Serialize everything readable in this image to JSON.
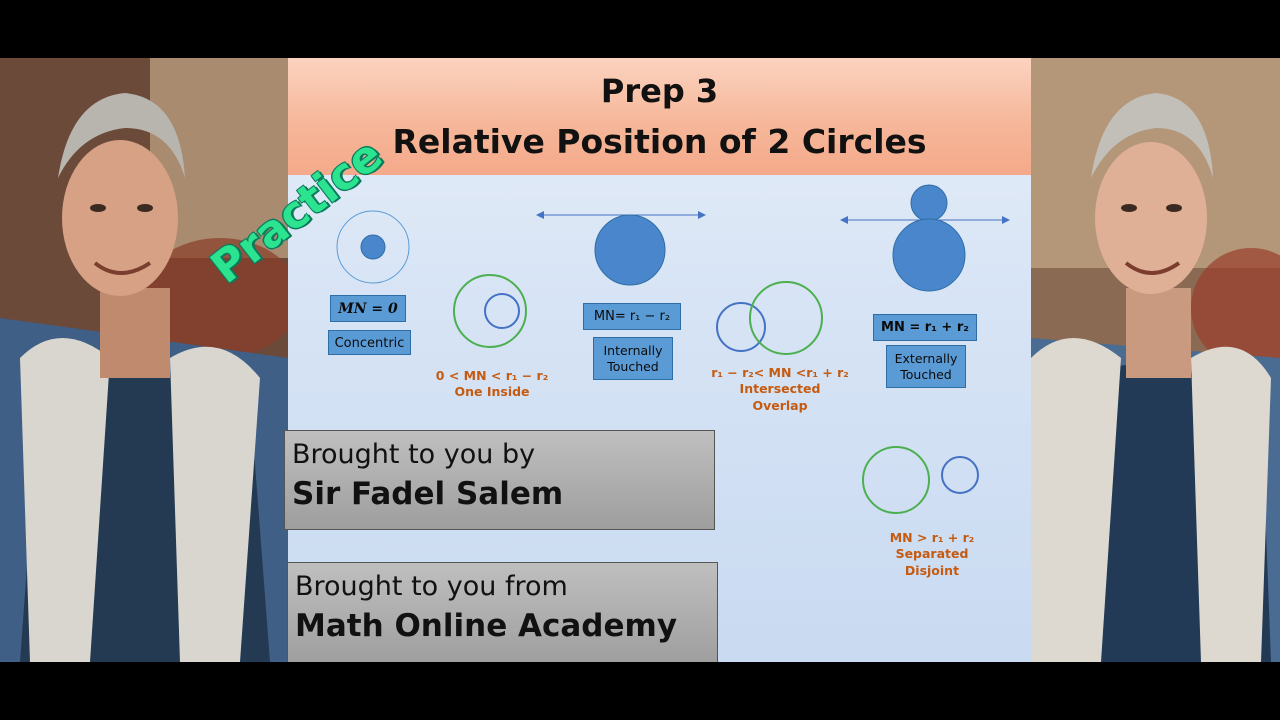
{
  "slide": {
    "title_line1": "Prep 3",
    "title_line2": "Relative Position of 2 Circles",
    "practice_tag": "Practice",
    "cases": {
      "concentric": {
        "formula": "MN = 0",
        "label": "Concentric"
      },
      "one_inside": {
        "condition": "0 < MN < r₁ − r₂",
        "label": "One Inside"
      },
      "internally_touched": {
        "formula": "MN= r₁ − r₂",
        "label_line1": "Internally",
        "label_line2": "Touched"
      },
      "intersected": {
        "condition": "r₁ − r₂< MN <r₁ + r₂",
        "label_line1": "Intersected",
        "label_line2": "Overlap"
      },
      "externally_touched": {
        "formula": "MN = r₁ + r₂",
        "label_line1": "Externally",
        "label_line2": "Touched"
      },
      "separated": {
        "condition": "MN > r₁ + r₂",
        "label_line1": "Separated",
        "label_line2": "Disjoint"
      }
    },
    "credits": {
      "by_intro": "Brought to you by",
      "by_name": "Sir Fadel Salem",
      "from_intro": "Brought to you from",
      "from_name": "Math Online Academy"
    }
  },
  "colors": {
    "header": "#f6b79a",
    "slide_bg": "#d7e4f5",
    "blue_box": "#5b9bd5",
    "orange_text": "#c55a11",
    "green_circle": "#4caf50",
    "blue_circle": "#4472c4",
    "practice_text": "#2ce38f"
  }
}
